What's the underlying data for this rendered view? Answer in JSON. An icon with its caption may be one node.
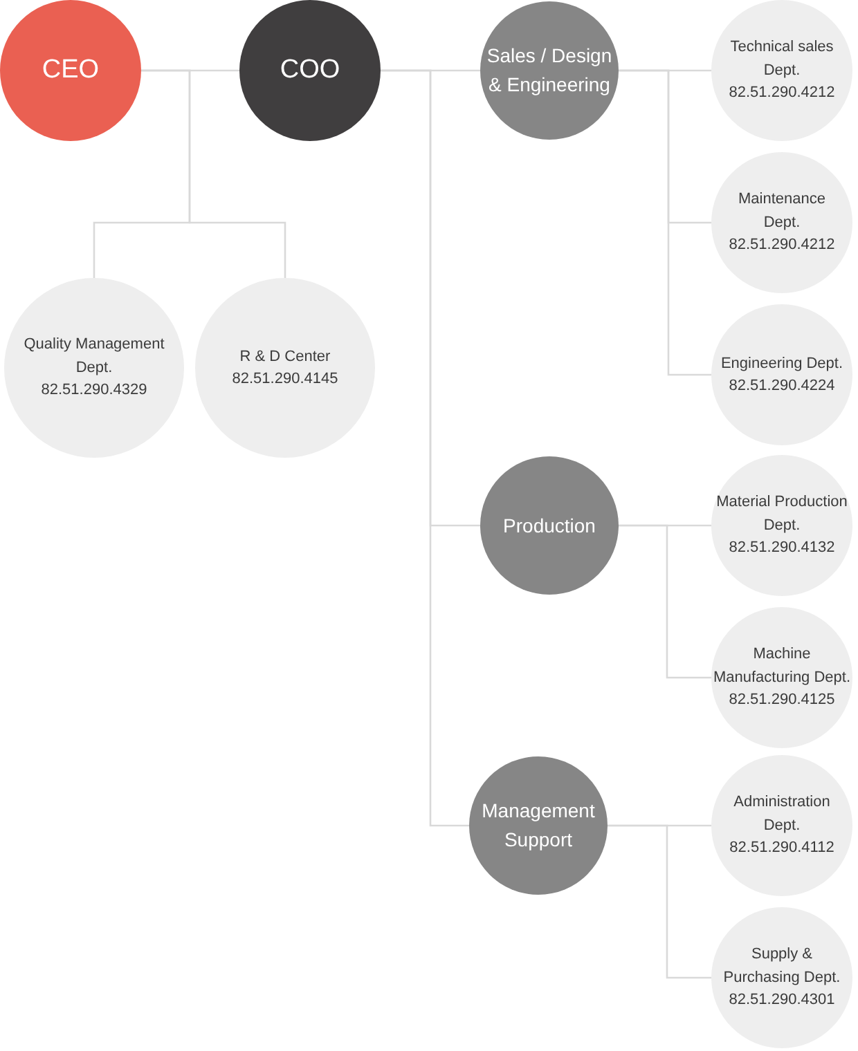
{
  "diagram": {
    "nodes": [
      {
        "text": [
          "CEO"
        ]
      },
      {
        "text": [
          "COO"
        ]
      },
      {
        "text": [
          "Quality Management Dept.",
          "82.51.290.4329"
        ]
      },
      {
        "text": [
          "R & D Center",
          "82.51.290.4145"
        ]
      },
      {
        "text": [
          "Sales / Design & Engineering"
        ]
      },
      {
        "text": [
          "Technical sales Dept.",
          "82.51.290.4212"
        ]
      },
      {
        "text": [
          "Maintenance Dept.",
          "82.51.290.4212"
        ]
      },
      {
        "text": [
          "Engineering Dept.",
          "82.51.290.4224"
        ]
      },
      {
        "text": [
          "Production"
        ]
      },
      {
        "text": [
          "Material Production Dept.",
          "82.51.290.4132"
        ]
      },
      {
        "text": [
          "Machine Manufacturing Dept.",
          "82.51.290.4125"
        ]
      },
      {
        "text": [
          "Management Support"
        ]
      },
      {
        "text": [
          "Administration Dept.",
          "82.51.290.4112"
        ]
      },
      {
        "text": [
          "Supply & Purchasing Dept.",
          "82.51.290.4301"
        ]
      }
    ],
    "edges": [
      {
        "from": 0,
        "to": 1,
        "arrow": "none"
      },
      {
        "from": 0,
        "to": 2,
        "arrow": "none"
      },
      {
        "from": 0,
        "to": 3,
        "arrow": "none"
      },
      {
        "from": 1,
        "to": 4,
        "arrow": "none"
      },
      {
        "from": 1,
        "to": 8,
        "arrow": "none"
      },
      {
        "from": 1,
        "to": 11,
        "arrow": "none"
      },
      {
        "from": 4,
        "to": 5,
        "arrow": "none"
      },
      {
        "from": 4,
        "to": 6,
        "arrow": "none"
      },
      {
        "from": 4,
        "to": 7,
        "arrow": "none"
      },
      {
        "from": 8,
        "to": 9,
        "arrow": "none"
      },
      {
        "from": 8,
        "to": 10,
        "arrow": "none"
      },
      {
        "from": 11,
        "to": 12,
        "arrow": "none"
      },
      {
        "from": 11,
        "to": 13,
        "arrow": "none"
      }
    ]
  }
}
